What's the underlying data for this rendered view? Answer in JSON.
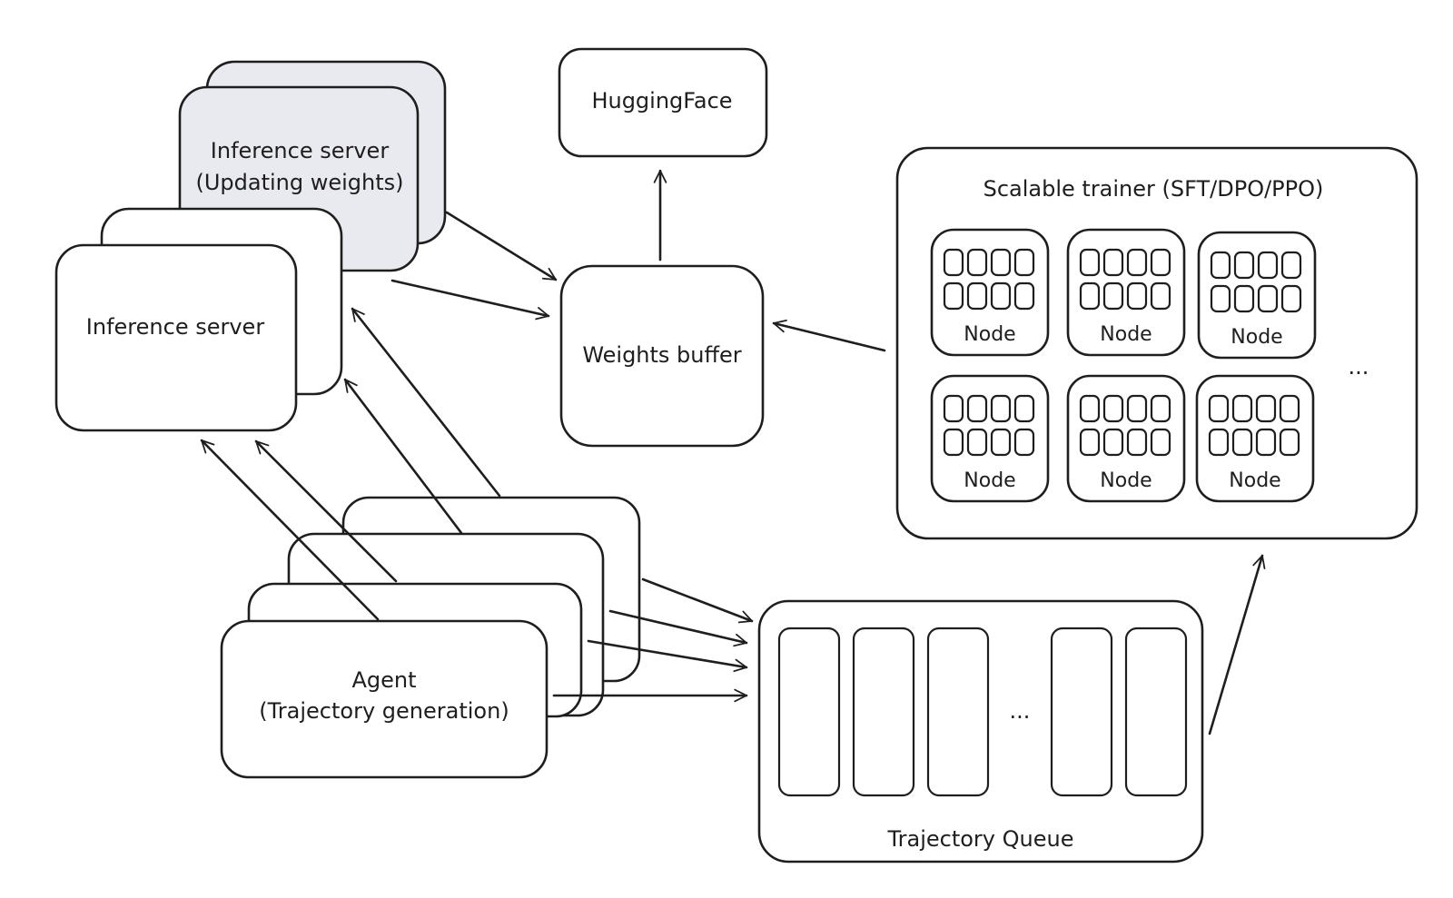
{
  "inference_server_updating": {
    "line1": "Inference server",
    "line2": "(Updating weights)"
  },
  "inference_server": {
    "label": "Inference server"
  },
  "huggingface": {
    "label": "HuggingFace"
  },
  "weights_buffer": {
    "label": "Weights buffer"
  },
  "trainer": {
    "title": "Scalable trainer (SFT/DPO/PPO)",
    "nodes": [
      "Node",
      "Node",
      "Node",
      "Node",
      "Node",
      "Node"
    ],
    "more": "..."
  },
  "agent": {
    "line1": "Agent",
    "line2": "(Trajectory generation)"
  },
  "trajectory_queue": {
    "label": "Trajectory Queue",
    "more": "..."
  },
  "colors": {
    "stroke": "#1e1e1e",
    "shaded_fill": "#e9e9f0",
    "background": "#ffffff"
  }
}
